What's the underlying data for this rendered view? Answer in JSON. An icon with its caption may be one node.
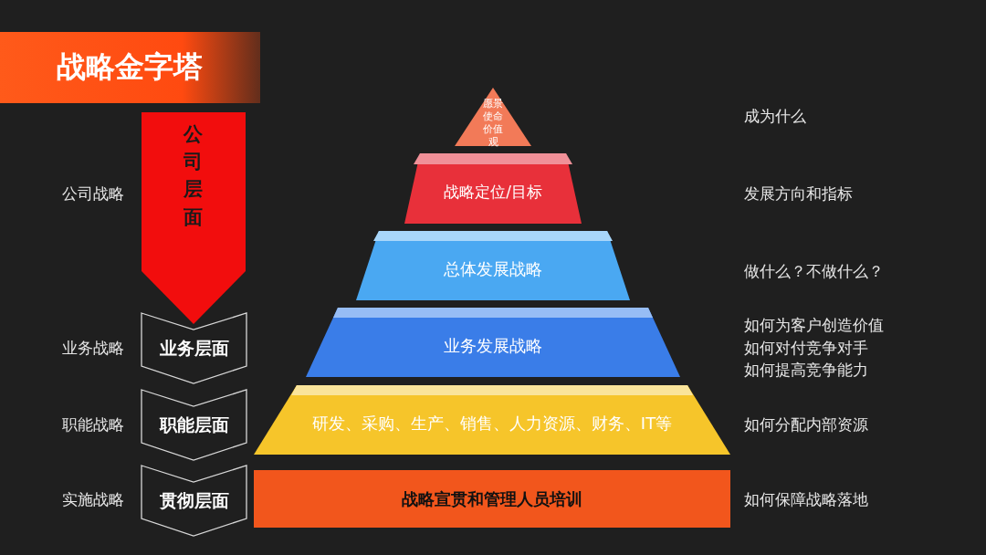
{
  "diagram": {
    "title": "战略金字塔",
    "nodes": [
      {
        "text": [
          "公司层面"
        ]
      },
      {
        "text": [
          "业务层面"
        ]
      },
      {
        "text": [
          "职能层面"
        ]
      },
      {
        "text": [
          "贯彻层面"
        ]
      },
      {
        "text": [
          "愿景使命价值观"
        ]
      },
      {
        "text": [
          "战略定位/目标"
        ]
      },
      {
        "text": [
          "总体发展战略"
        ]
      },
      {
        "text": [
          "业务发展战略"
        ]
      },
      {
        "text": [
          "研发、采购、生产、销售、人力资源、财务、IT等"
        ]
      },
      {
        "text": [
          "战略宣贯和管理人员培训"
        ]
      }
    ],
    "labels": [
      "成为什么",
      "公司战略",
      "发展方向和指标",
      "做什么？不做什么？",
      "业务战略",
      "如何为客户创造价值",
      "如何对付竞争对手",
      "如何提高竞争能力",
      "职能战略",
      "如何分配内部资源",
      "实施战略",
      "如何保障战略落地"
    ]
  }
}
